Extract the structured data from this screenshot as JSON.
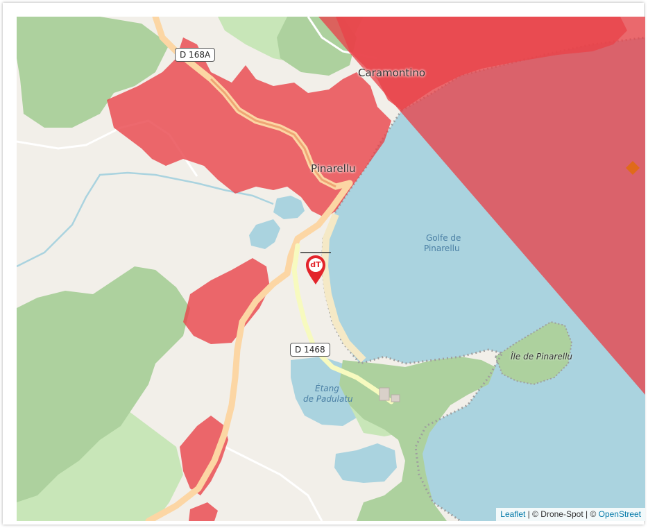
{
  "map": {
    "places": {
      "caramontino": "Caramontino",
      "pinarellu": "Pinarellu",
      "golfe_line1": "Golfe de",
      "golfe_line2": "Pinarellu",
      "ile": "Île de Pinarellu",
      "etang_line1": "Étang",
      "etang_line2": "de Padulatu"
    },
    "roads": {
      "d168a": "D 168A",
      "d1468": "D 1468"
    },
    "marker": {
      "text": "dT",
      "color": "#e3242b"
    },
    "colors": {
      "land": "#f2efe9",
      "forest": "#add19e",
      "scrub": "#c8e6b8",
      "water": "#aad3df",
      "restricted_zone": "#e8434a",
      "road_major": "#fcd6a4"
    }
  },
  "attribution": {
    "leaflet": "Leaflet",
    "sep1": " | © Drone-Spot | © ",
    "osm": "OpenStreet"
  }
}
